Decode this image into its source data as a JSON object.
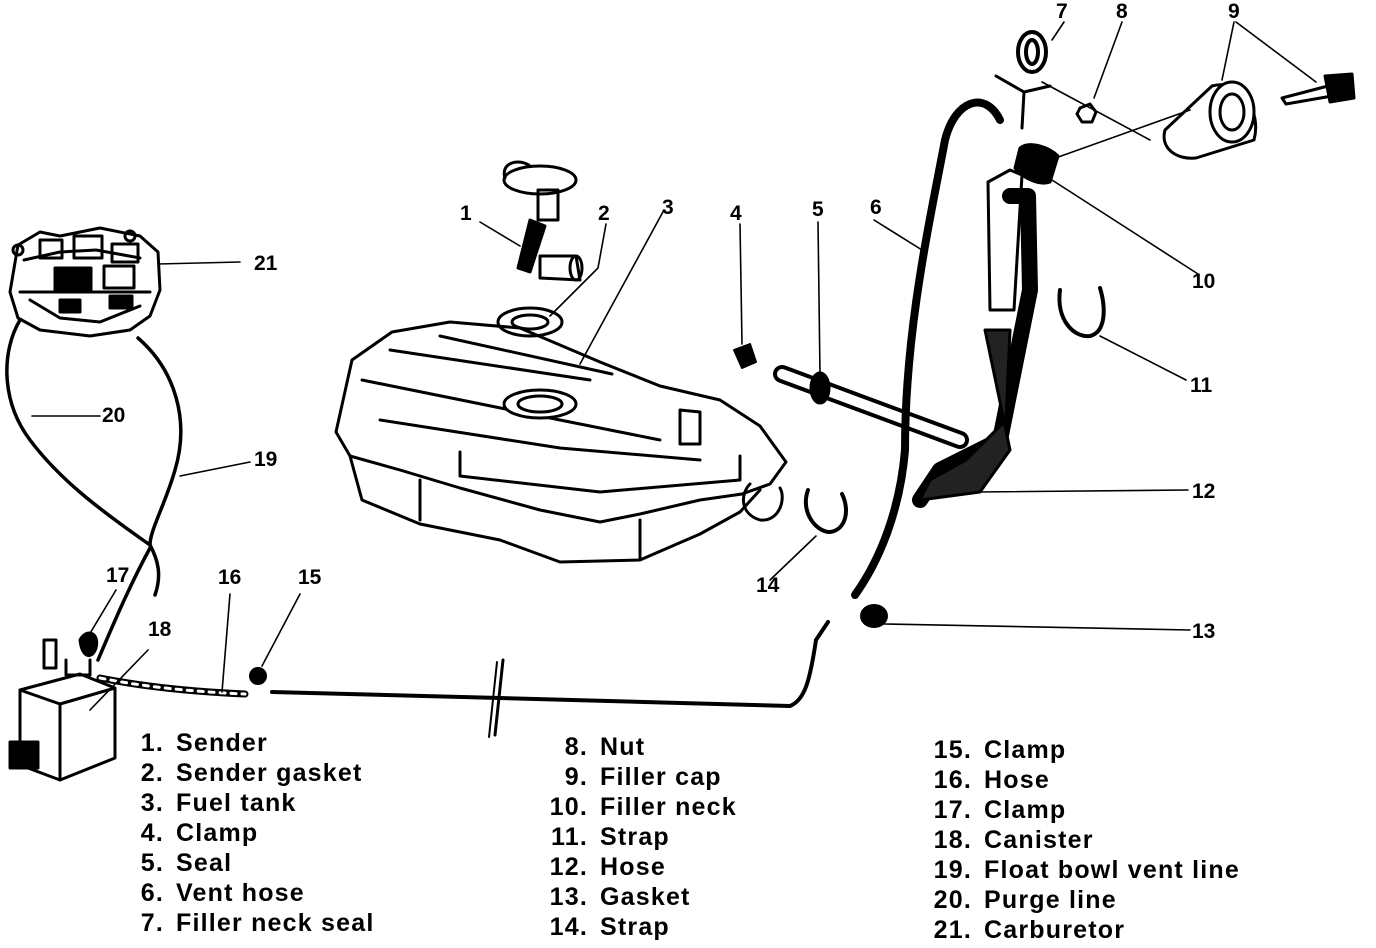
{
  "callouts": [
    "1",
    "2",
    "3",
    "4",
    "5",
    "6",
    "7",
    "8",
    "9",
    "10",
    "11",
    "12",
    "13",
    "14",
    "15",
    "16",
    "17",
    "18",
    "19",
    "20",
    "21"
  ],
  "legend": [
    {
      "num": "1.",
      "label": "Sender"
    },
    {
      "num": "2.",
      "label": "Sender gasket"
    },
    {
      "num": "3.",
      "label": "Fuel tank"
    },
    {
      "num": "4.",
      "label": "Clamp"
    },
    {
      "num": "5.",
      "label": "Seal"
    },
    {
      "num": "6.",
      "label": "Vent hose"
    },
    {
      "num": "7.",
      "label": "Filler neck seal"
    },
    {
      "num": "8.",
      "label": "Nut"
    },
    {
      "num": "9.",
      "label": "Filler cap"
    },
    {
      "num": "10.",
      "label": "Filler neck"
    },
    {
      "num": "11.",
      "label": "Strap"
    },
    {
      "num": "12.",
      "label": "Hose"
    },
    {
      "num": "13.",
      "label": "Gasket"
    },
    {
      "num": "14.",
      "label": "Strap"
    },
    {
      "num": "15.",
      "label": "Clamp"
    },
    {
      "num": "16.",
      "label": "Hose"
    },
    {
      "num": "17.",
      "label": "Clamp"
    },
    {
      "num": "18.",
      "label": "Canister"
    },
    {
      "num": "19.",
      "label": "Float bowl vent line"
    },
    {
      "num": "20.",
      "label": "Purge line"
    },
    {
      "num": "21.",
      "label": "Carburetor"
    }
  ]
}
